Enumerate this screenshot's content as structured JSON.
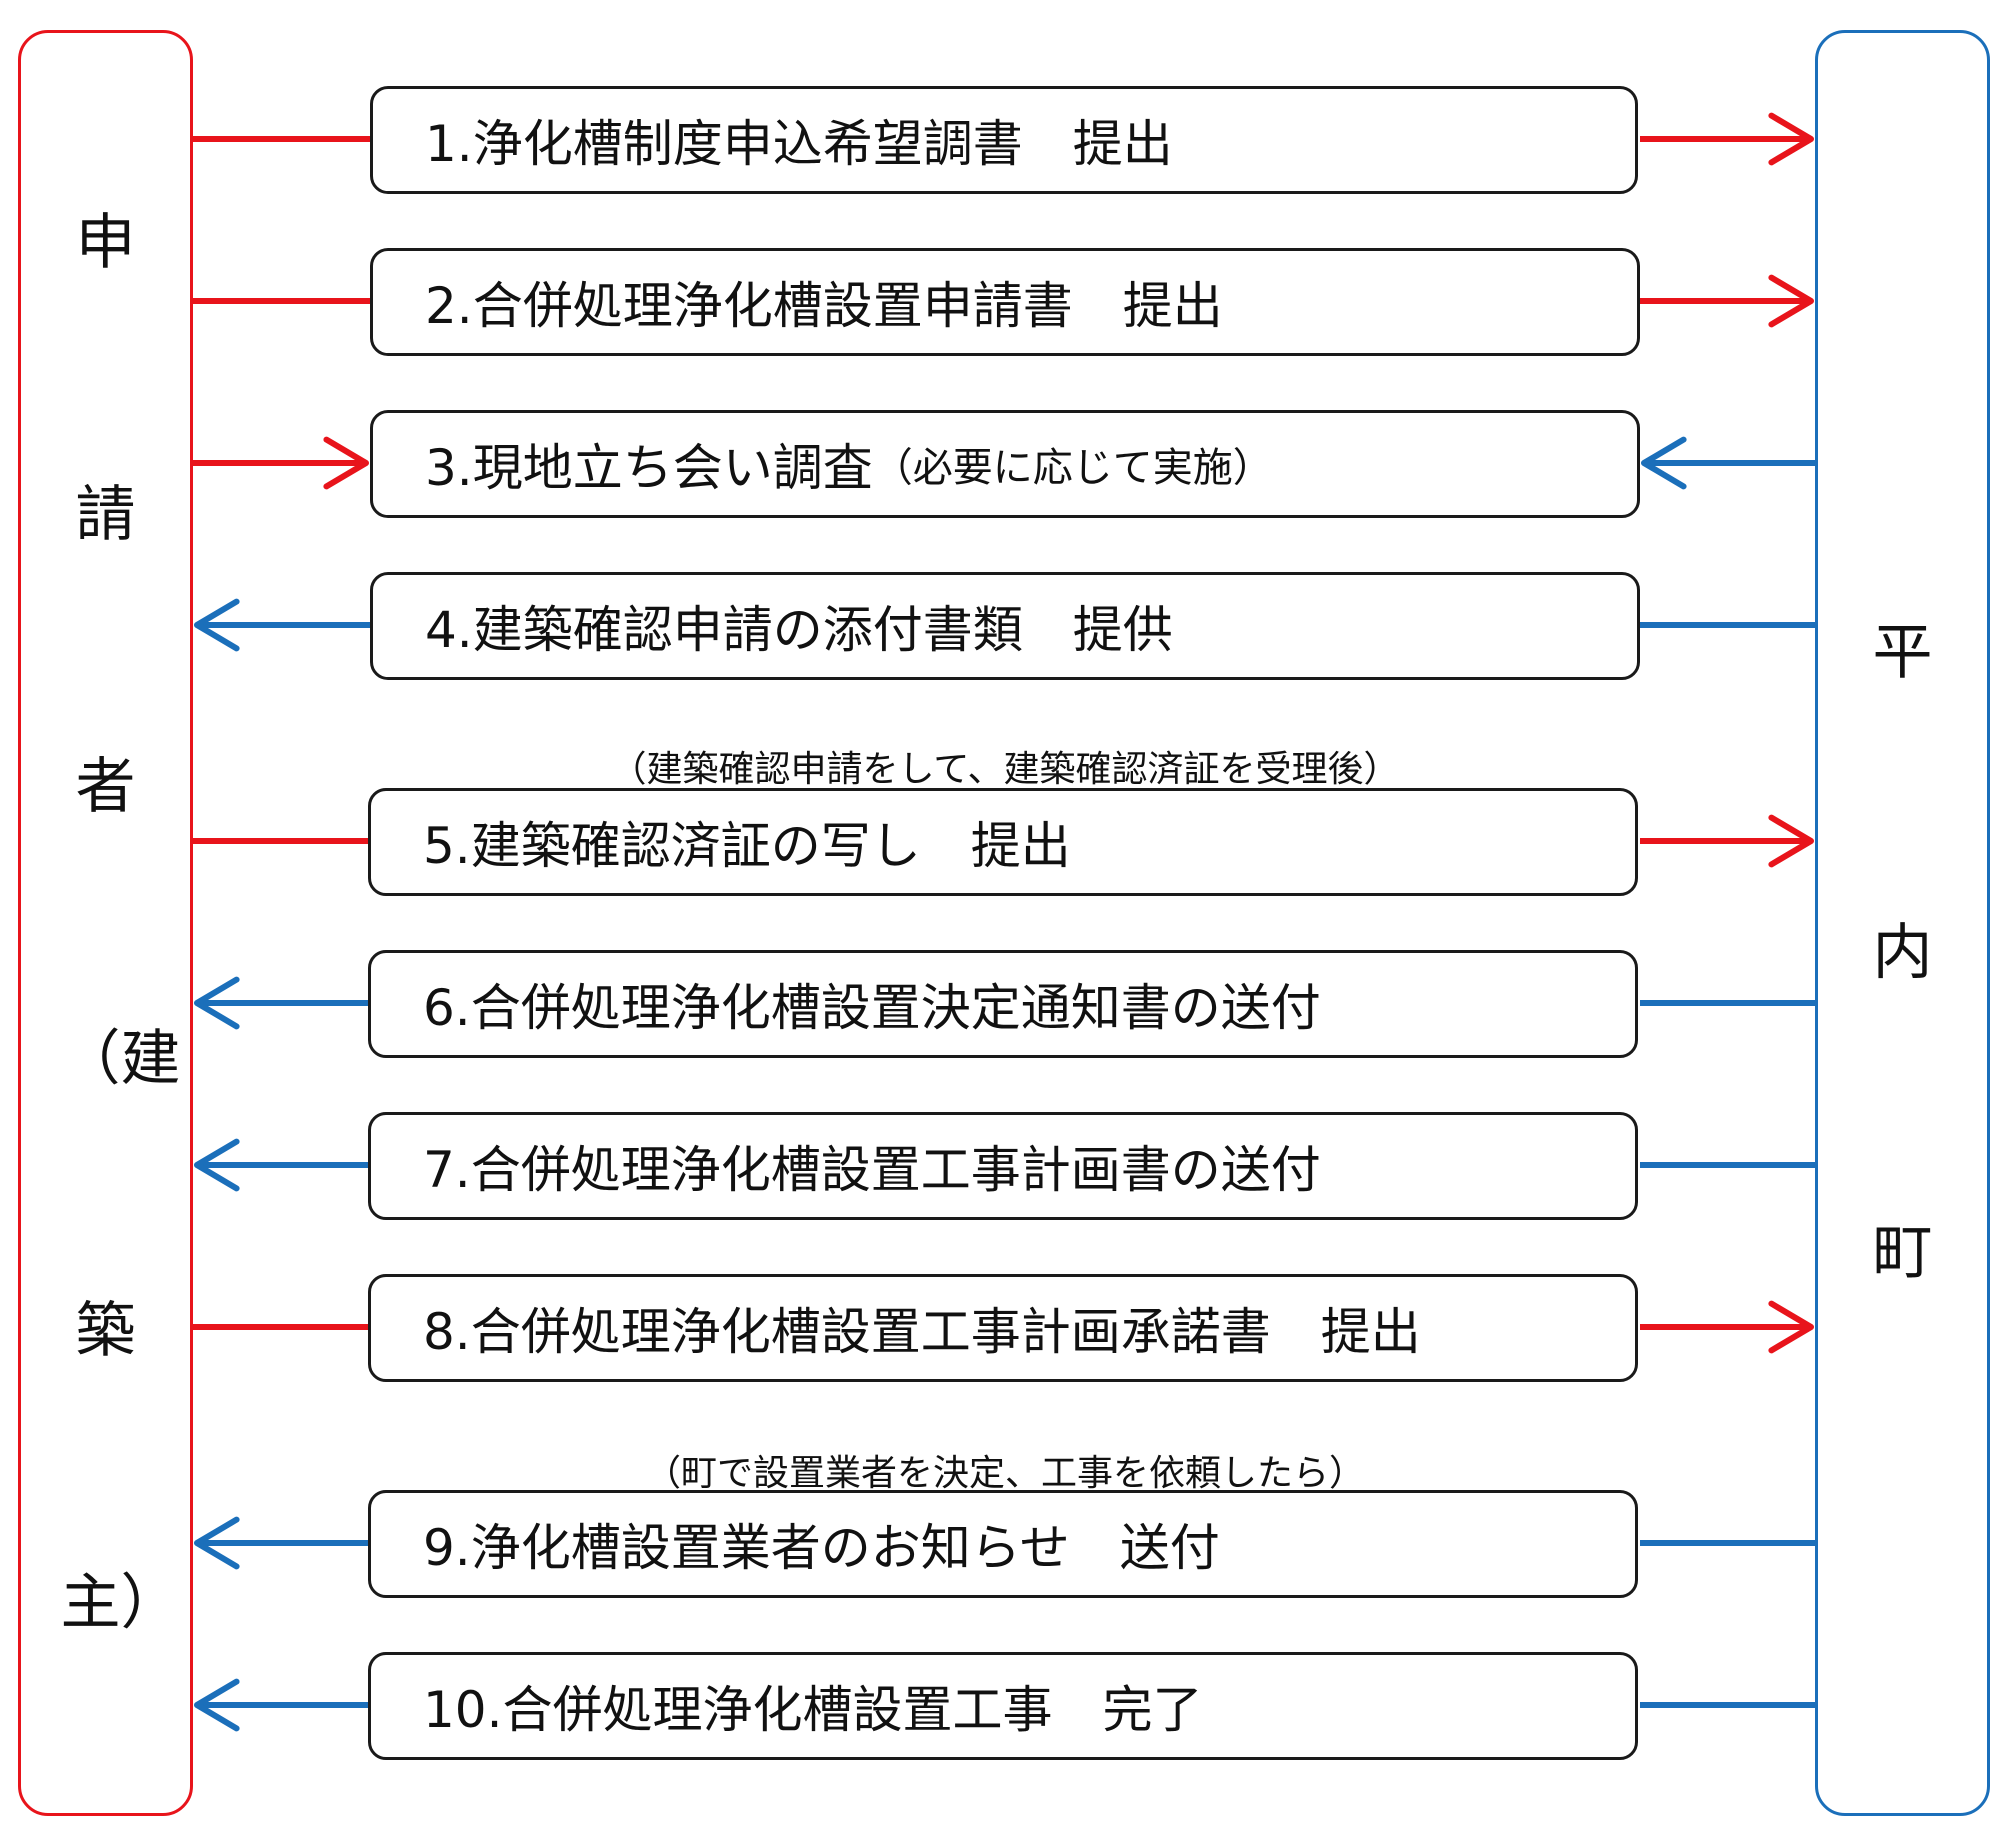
{
  "colors": {
    "applicant": "#e8141b",
    "town": "#1b6fba",
    "box_border": "#1a1a1a"
  },
  "lanes": {
    "left": {
      "chars": [
        "申",
        "請",
        "者",
        "（建",
        "築",
        "主）"
      ]
    },
    "right": {
      "chars": [
        "平",
        "内",
        "町"
      ]
    }
  },
  "steps": [
    {
      "text": "1.浄化槽制度申込希望調書　提出",
      "note_inline": "",
      "direction": "to-town"
    },
    {
      "text": "2.合併処理浄化槽設置申請書　提出",
      "note_inline": "",
      "direction": "to-town"
    },
    {
      "text": "3.現地立ち会い調査",
      "note_inline": "（必要に応じて実施）",
      "direction": "both-inward"
    },
    {
      "text": "4.建築確認申請の添付書類　提供",
      "note_inline": "",
      "direction": "to-applicant"
    },
    {
      "text": "5.建築確認済証の写し　提出",
      "note_inline": "",
      "direction": "to-town"
    },
    {
      "text": "6.合併処理浄化槽設置決定通知書の送付",
      "note_inline": "",
      "direction": "to-applicant"
    },
    {
      "text": "7.合併処理浄化槽設置工事計画書の送付",
      "note_inline": "",
      "direction": "to-applicant"
    },
    {
      "text": "8.合併処理浄化槽設置工事計画承諾書　提出",
      "note_inline": "",
      "direction": "to-town"
    },
    {
      "text": "9.浄化槽設置業者のお知らせ　送付",
      "note_inline": "",
      "direction": "to-applicant"
    },
    {
      "text": "10.合併処理浄化槽設置工事　完了",
      "note_inline": "",
      "direction": "to-applicant"
    }
  ],
  "notes": [
    {
      "text": "（建築確認申請をして、建築確認済証を受理後）"
    },
    {
      "text": "（町で設置業者を決定、工事を依頼したら）"
    }
  ]
}
